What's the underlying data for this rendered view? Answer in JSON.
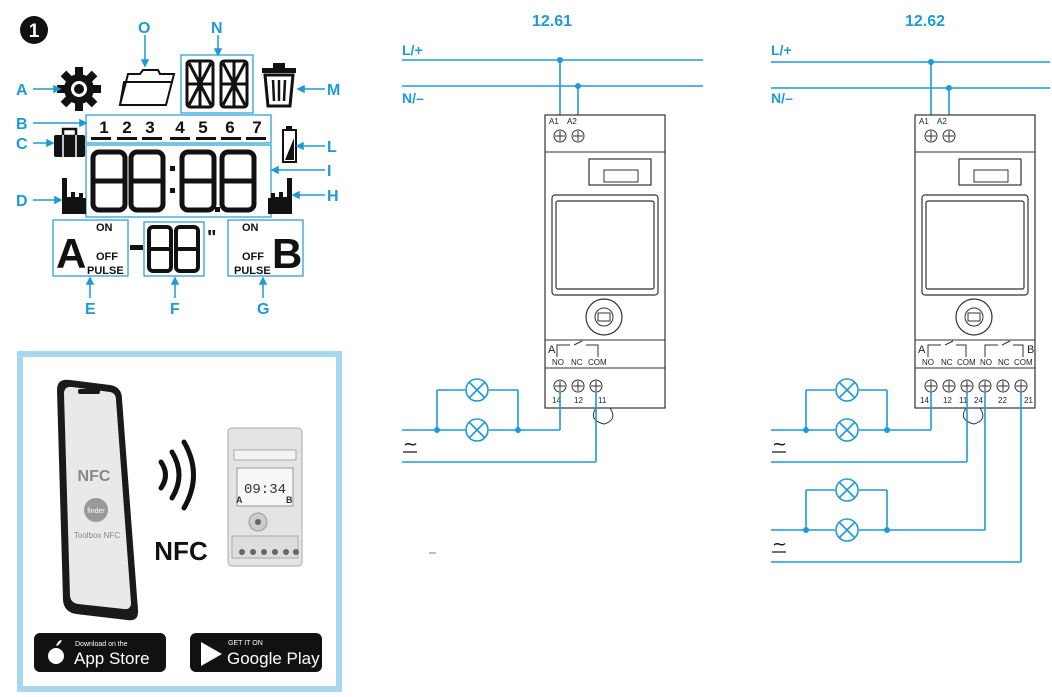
{
  "figure_number": "1",
  "lcd": {
    "callouts": [
      "A",
      "B",
      "C",
      "D",
      "E",
      "F",
      "G",
      "H",
      "I",
      "L",
      "M",
      "N",
      "O"
    ],
    "day_numbers": [
      "1",
      "2",
      "3",
      "4",
      "5",
      "6",
      "7"
    ],
    "on_left": "ON",
    "off_left": "OFF",
    "pulse_left": "PULSE",
    "channel_a": "A",
    "on_right": "ON",
    "off_right": "OFF",
    "pulse_right": "PULSE",
    "channel_b": "B",
    "seconds_mark": "\"",
    "dash": "-"
  },
  "nfc_panel": {
    "phone_text_nfc": "NFC",
    "phone_brand": "finder",
    "phone_app": "Toolbox NFC",
    "nfc_label": "NFC",
    "device_display": "09:34",
    "device_a": "A",
    "device_b": "B",
    "app_store_small": "Download on the",
    "app_store_big": "App Store",
    "google_small": "GET IT ON",
    "google_big": "Google Play",
    "border_color": "#a9d6f0"
  },
  "wiring_1261": {
    "title": "12.61",
    "line_label": "L/+",
    "neutral_label": "N/–",
    "terminals_top": [
      "A1",
      "A2"
    ],
    "contact_channel": "A",
    "contact_labels": [
      "NO",
      "NC",
      "COM"
    ],
    "terminals_bottom": [
      "14",
      "12",
      "11"
    ],
    "supply_symbol": "~"
  },
  "wiring_1262": {
    "title": "12.62",
    "line_label": "L/+",
    "neutral_label": "N/–",
    "terminals_top": [
      "A1",
      "A2"
    ],
    "contact_channel_a": "A",
    "contact_channel_b": "B",
    "contact_labels": [
      "NO",
      "NC",
      "COM",
      "NO",
      "NC",
      "COM"
    ],
    "terminals_bottom": [
      "14",
      "12",
      "11",
      "24",
      "22",
      "21"
    ],
    "supply_symbol": "~"
  },
  "colors": {
    "accent": "#1f9ad6",
    "lcd_ink": "#111111"
  }
}
